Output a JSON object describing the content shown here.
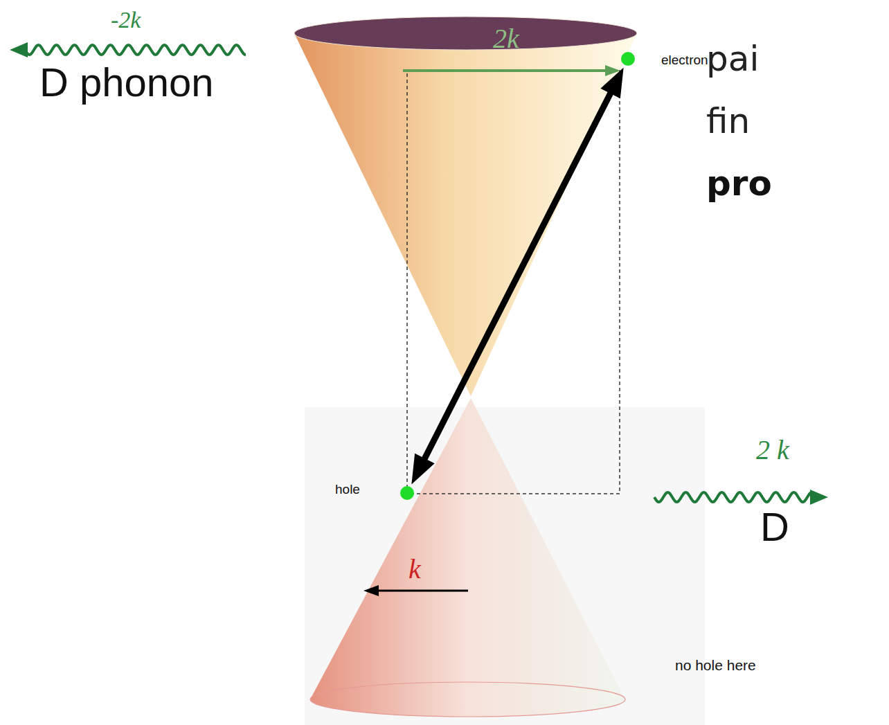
{
  "diagram": {
    "labels": [
      "-2k",
      "2k",
      "D phonon",
      "electron",
      "pai",
      "fin",
      "pro",
      "2 k",
      "hole",
      "D",
      "k",
      "no hole here"
    ]
  }
}
